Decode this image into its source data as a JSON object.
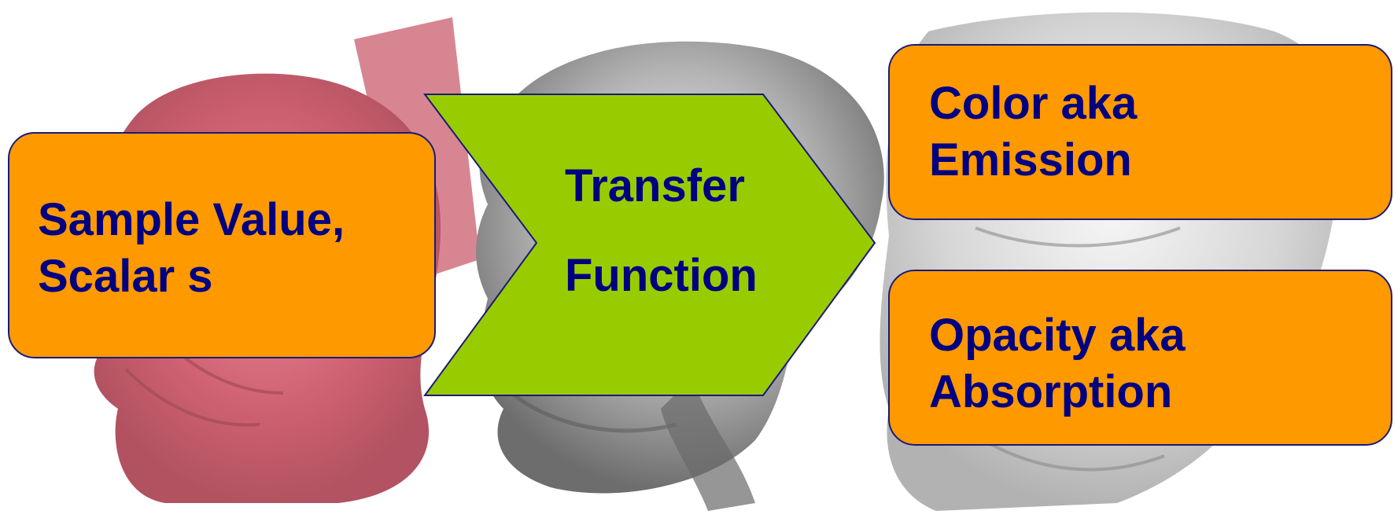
{
  "input": {
    "line1": "Sample Value,",
    "line2": "Scalar s"
  },
  "transfer_function": {
    "line1": "Transfer",
    "line2": "Function"
  },
  "outputs": [
    {
      "line1": "Color aka",
      "line2": "Emission"
    },
    {
      "line1": "Opacity aka",
      "line2": "Absorption"
    }
  ],
  "colors": {
    "box_fill": "#ff9900",
    "arrow_fill": "#99cc00",
    "text": "#000080",
    "outline": "#1a1a7a",
    "head_red_volume": "#c84a5a",
    "head_gray_volume": "#8a8a8a"
  }
}
